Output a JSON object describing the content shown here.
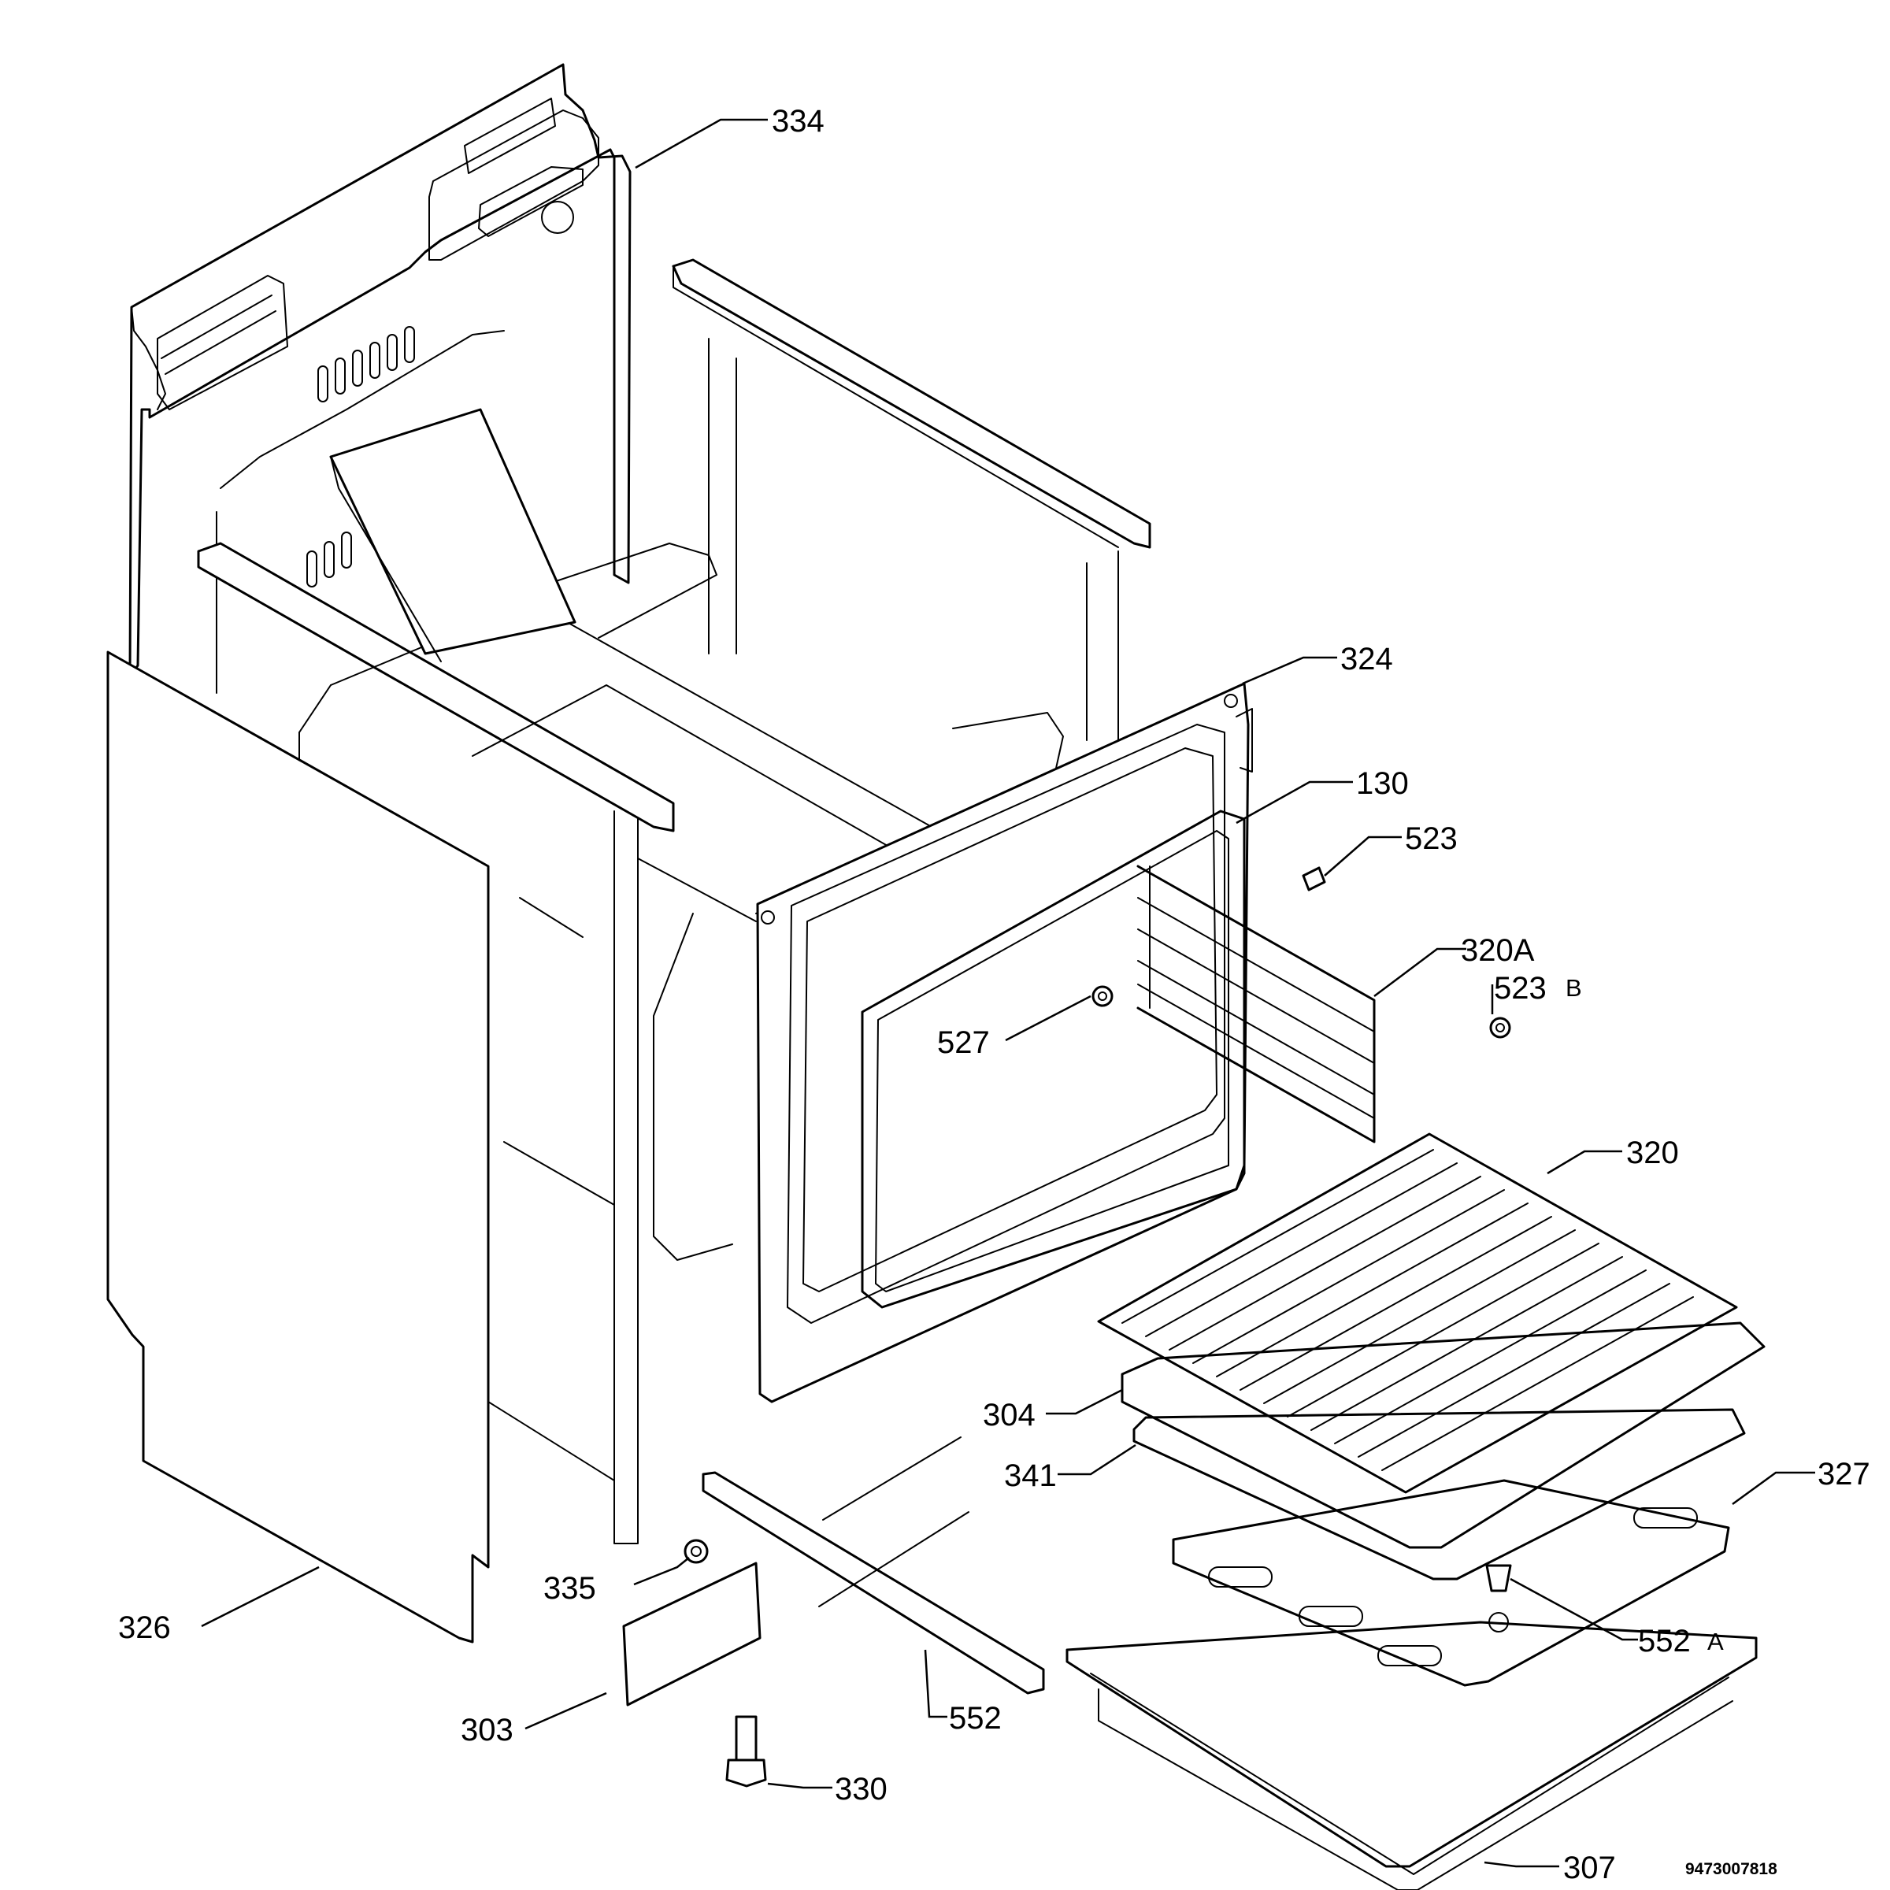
{
  "diagram": {
    "reference_number": "9473007818",
    "callouts": [
      {
        "id": "334",
        "text": "334"
      },
      {
        "id": "324",
        "text": "324"
      },
      {
        "id": "130",
        "text": "130"
      },
      {
        "id": "523",
        "text": "523"
      },
      {
        "id": "320A",
        "text": "320A"
      },
      {
        "id": "523B",
        "text": "523",
        "suffix": "B"
      },
      {
        "id": "527",
        "text": "527"
      },
      {
        "id": "320",
        "text": "320"
      },
      {
        "id": "304",
        "text": "304"
      },
      {
        "id": "341",
        "text": "341"
      },
      {
        "id": "327",
        "text": "327"
      },
      {
        "id": "335",
        "text": "335"
      },
      {
        "id": "552A",
        "text": "552",
        "suffix": "A"
      },
      {
        "id": "326",
        "text": "326"
      },
      {
        "id": "303",
        "text": "303"
      },
      {
        "id": "552",
        "text": "552"
      },
      {
        "id": "330",
        "text": "330"
      },
      {
        "id": "307",
        "text": "307"
      }
    ]
  }
}
